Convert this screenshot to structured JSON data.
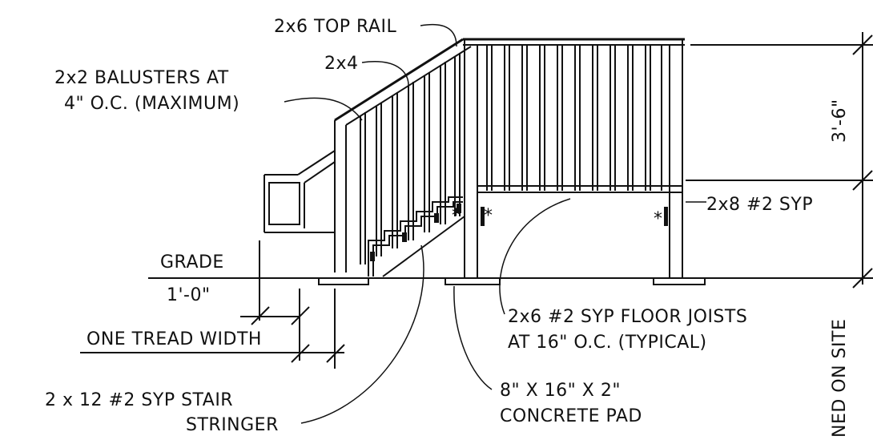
{
  "labels": {
    "top_rail": "2x6 TOP RAIL",
    "two_by_four": "2x4",
    "balusters_line1": "2x2 BALUSTERS AT",
    "balusters_line2": "4\" O.C. (MAXIMUM)",
    "height_dim": "3'-6\"",
    "beam": "2x8 #2 SYP",
    "grade": "GRADE",
    "one_foot": "1'-0\"",
    "tread_width": "ONE TREAD WIDTH",
    "joists_line1": "2x6 #2 SYP FLOOR JOISTS",
    "joists_line2": "AT 16\" O.C. (TYPICAL)",
    "pad_line1": "8\" X 16\" X 2\"",
    "pad_line2": "CONCRETE PAD",
    "stringer_line1": "2 x 12 #2 SYP STAIR",
    "stringer_line2": "STRINGER",
    "side_note": "NED ON SITE",
    "asterisk": "*"
  }
}
